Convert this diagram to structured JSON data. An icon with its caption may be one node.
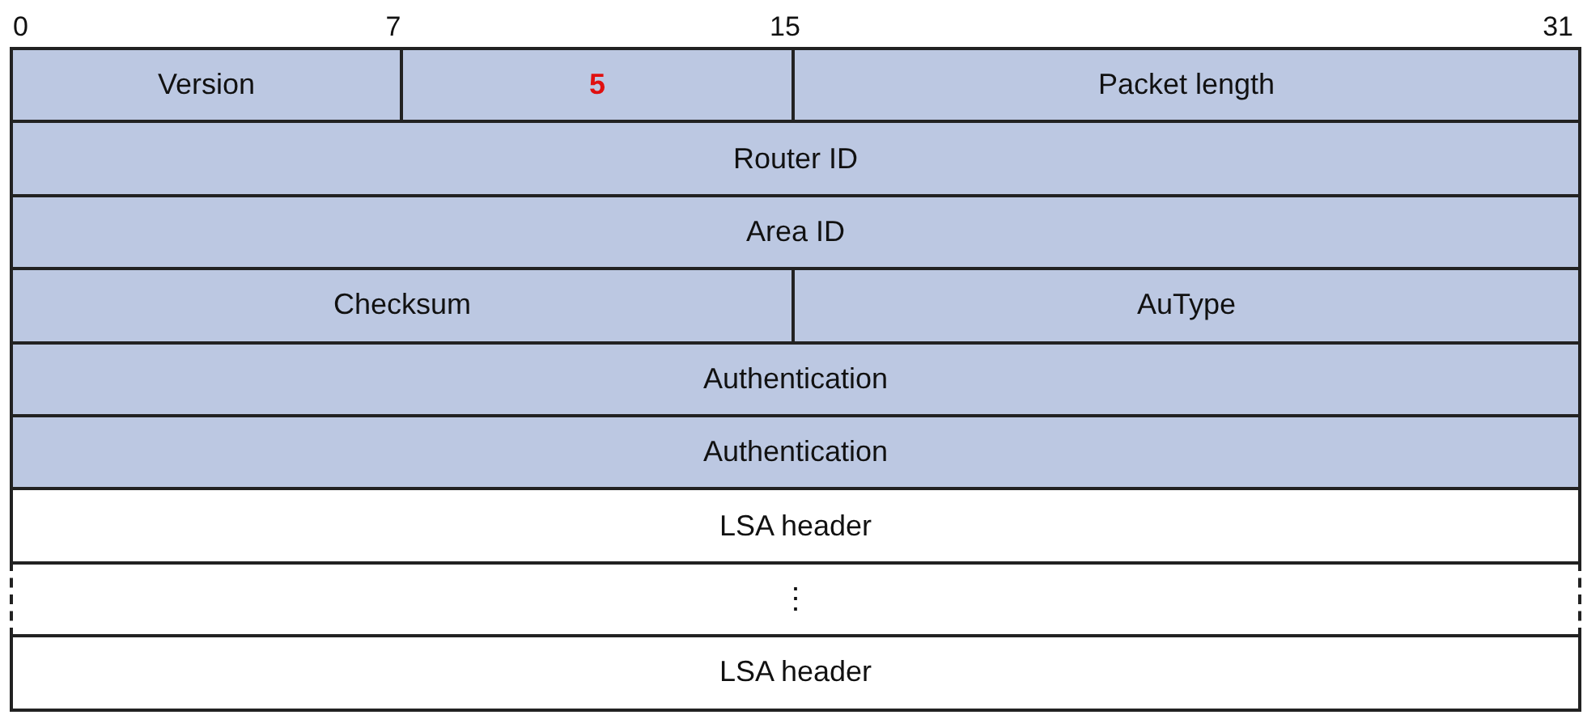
{
  "diagram": {
    "labels": [
      "0",
      "7",
      "15",
      "31",
      "Version",
      "5",
      "Packet length",
      "Router ID",
      "Area ID",
      "Checksum",
      "AuType",
      "Authentication",
      "Authentication",
      "LSA header",
      "⋮",
      "LSA header"
    ]
  }
}
